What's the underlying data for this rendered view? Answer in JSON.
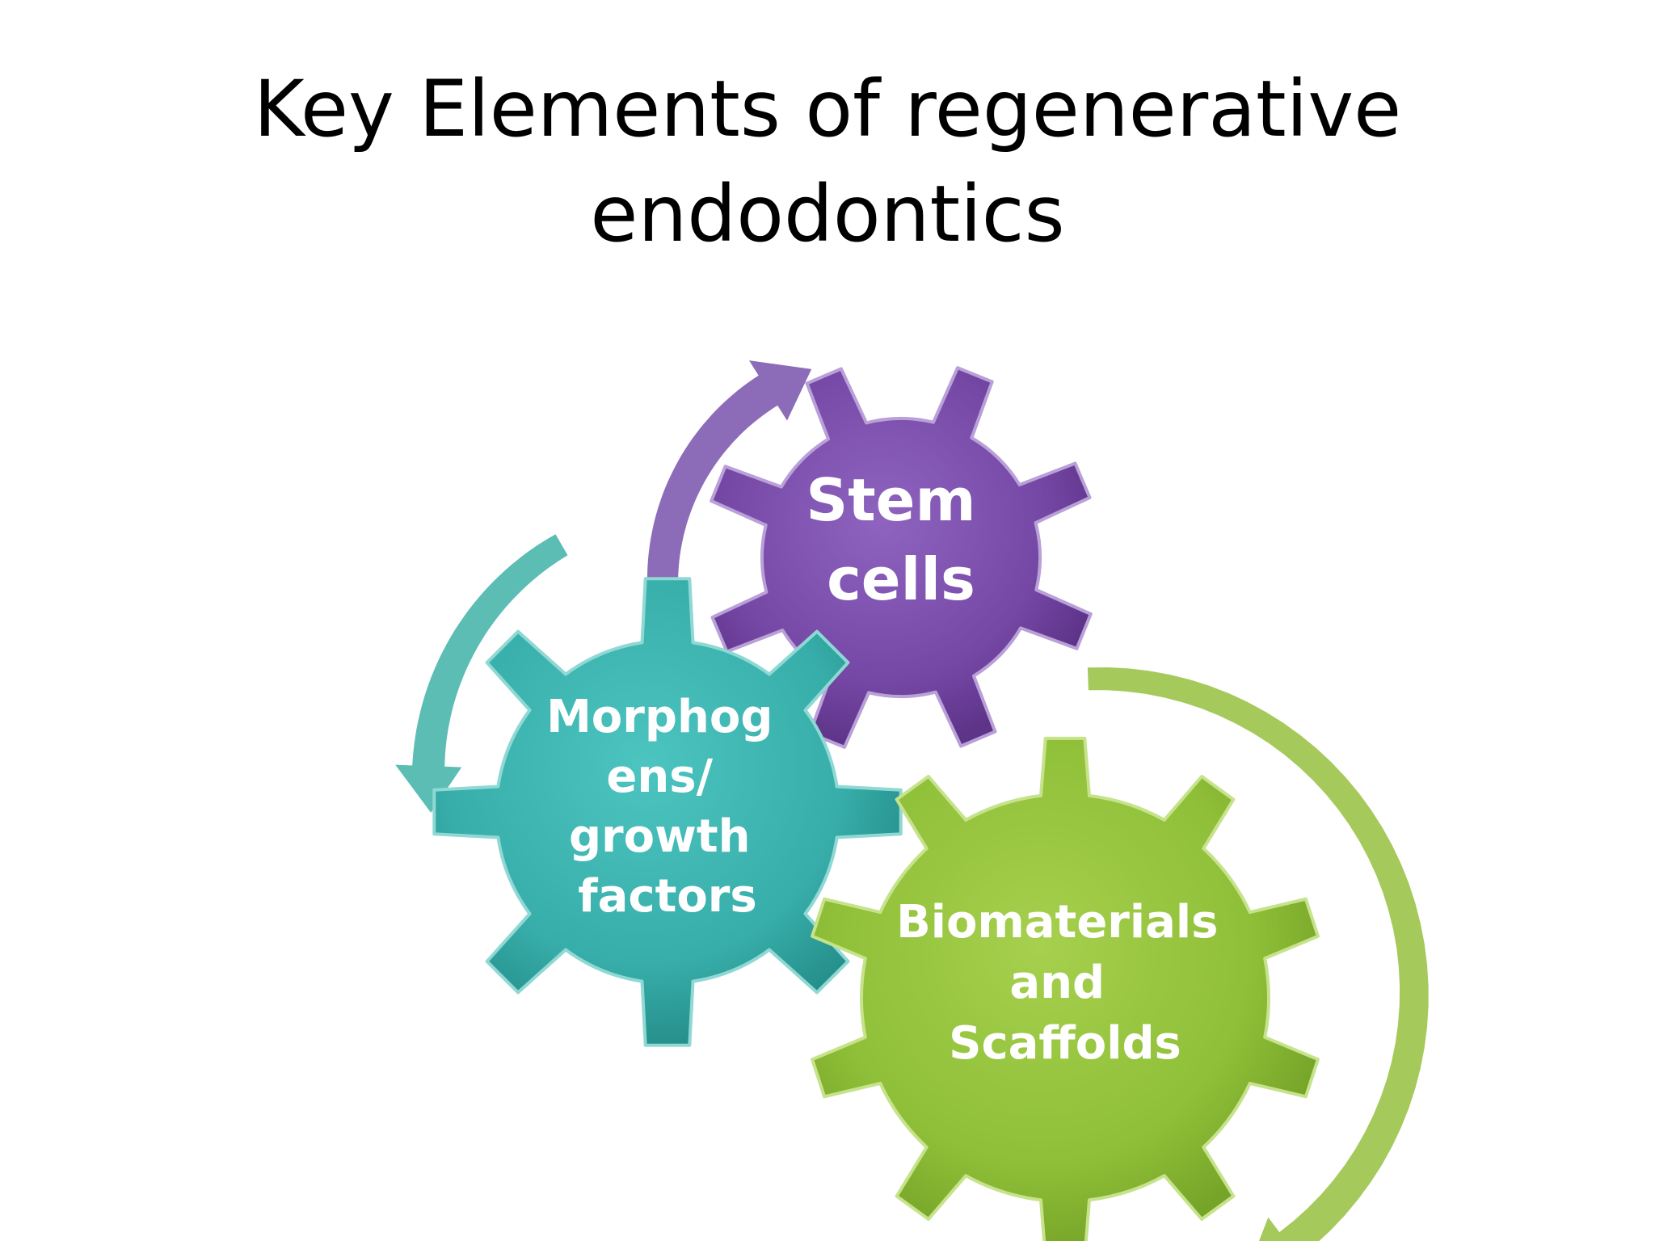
{
  "title": {
    "line1": "Key Elements of regenerative",
    "line2": "endodontics"
  },
  "gears": {
    "stem": {
      "lines": [
        "Stem",
        "cells"
      ],
      "color": "#7a4fa8"
    },
    "morphogens": {
      "lines": [
        "Morphog",
        "ens/",
        "growth",
        "factors"
      ],
      "color": "#3bb0ad"
    },
    "biomaterials": {
      "lines": [
        "Biomaterials",
        "and",
        "Scaffolds"
      ],
      "color": "#93c23d"
    }
  },
  "arrows": {
    "purple": "#8c6bb8",
    "teal": "#5cbdb5",
    "green": "#a5c95a"
  }
}
